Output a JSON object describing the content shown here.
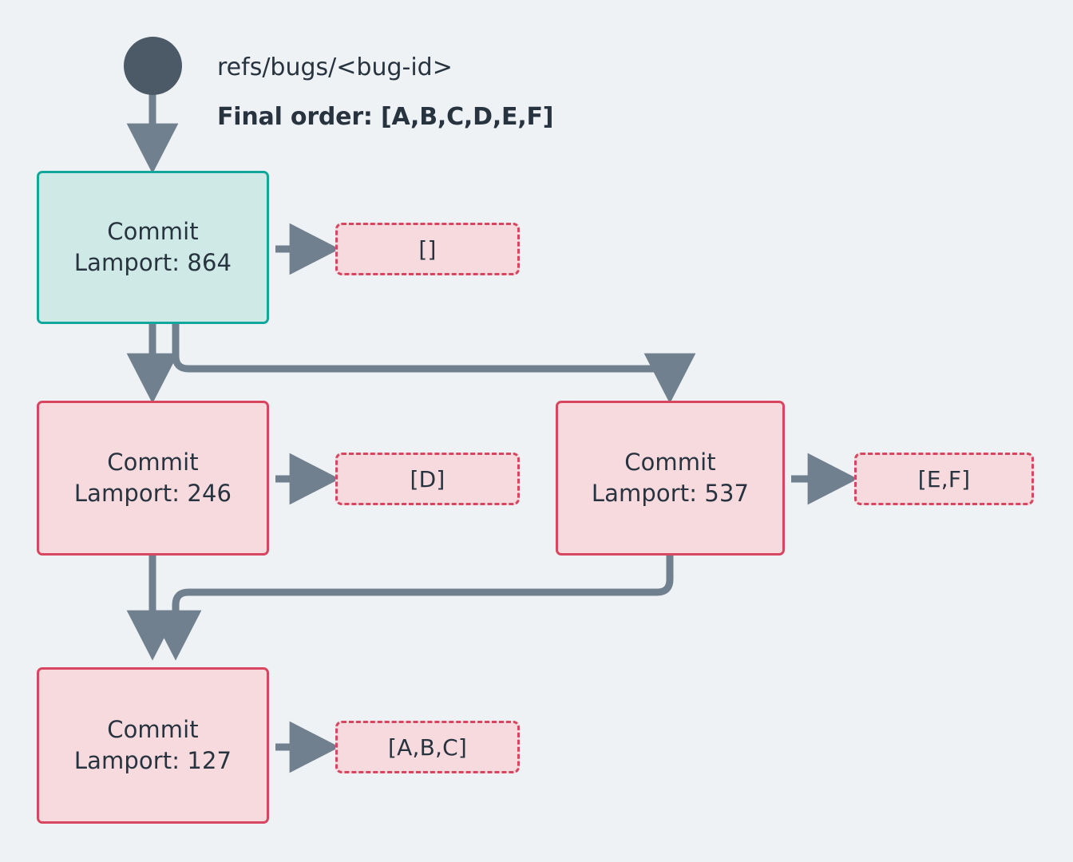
{
  "diagram": {
    "title_ref": "refs/bugs/<bug-id>",
    "final_order_label": "Final order: [A,B,C,D,E,F]",
    "background_color": "#eef2f5",
    "edge_color": "#70808e",
    "root_node_color": "#4b5a66",
    "start_node": {
      "border_color": "#12a79d",
      "fill_color": "#cfeae6"
    },
    "conflict_node": {
      "border_color": "#d8455f",
      "fill_color": "#f7dade"
    }
  },
  "nodes": [
    {
      "id": "root",
      "type": "root-dot"
    },
    {
      "id": "commit-864",
      "kind": "start",
      "line1": "Commit",
      "line2": "Lamport: 864",
      "bucket": "[]"
    },
    {
      "id": "commit-246",
      "kind": "conflict",
      "line1": "Commit",
      "line2": "Lamport: 246",
      "bucket": "[D]"
    },
    {
      "id": "commit-537",
      "kind": "conflict",
      "line1": "Commit",
      "line2": "Lamport: 537",
      "bucket": "[E,F]"
    },
    {
      "id": "commit-127",
      "kind": "conflict",
      "line1": "Commit",
      "line2": "Lamport: 127",
      "bucket": "[A,B,C]"
    }
  ]
}
